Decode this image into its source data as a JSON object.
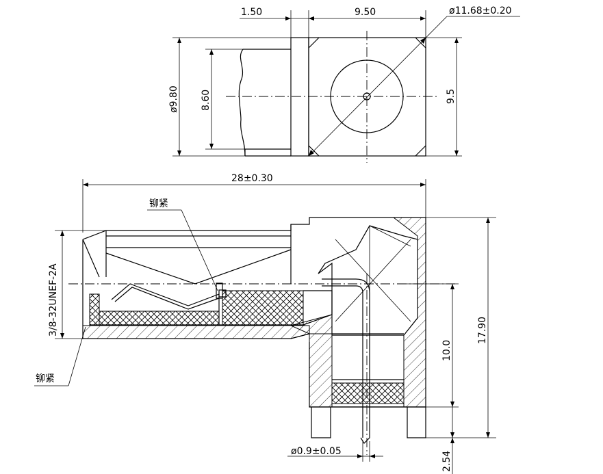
{
  "drawing": {
    "dims": {
      "top_flange_width": "1.50",
      "top_body_width": "9.50",
      "top_diagonal": "ø11.68±0.20",
      "top_outer_dia": "ø9.80",
      "top_inner_dia": "8.60",
      "top_side_height": "9.5",
      "overall_length": "28±0.30",
      "thread": "3/8-32UNEF-2A",
      "overall_height": "17.90",
      "pin_height": "10.0",
      "pin_dia": "ø0.9±0.05",
      "pin_tail": "2.54"
    },
    "labels": {
      "crimp_top": "铆紧",
      "crimp_bottom": "铆紧"
    }
  }
}
